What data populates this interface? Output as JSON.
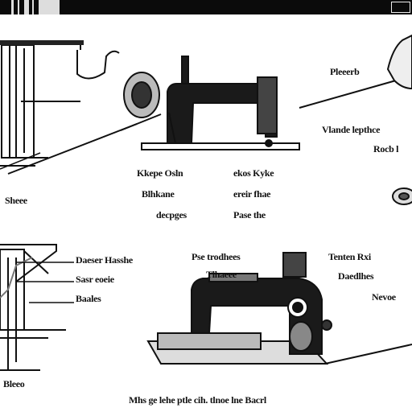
{
  "labels": {
    "top_right": "Pleeerb",
    "right_mid_1": "Vlande lepthce",
    "right_mid_2": "Rocb l",
    "center_left_1": "Kkepe Osln",
    "center_left_2": "Blhkane",
    "center_left_3": "decpges",
    "center_right_1": "ekos Kyke",
    "center_right_2": "ereir fhae",
    "center_right_3": "Pase the",
    "lower_left_1": "Daeser Hasshe",
    "lower_left_2": "Sasr eoeie",
    "lower_left_3": "Baales",
    "lower_center_1": "Pse trodhees",
    "lower_center_2": "Tlhaeee",
    "lower_right_1": "Tenten Rxi",
    "lower_right_2": "Daedlhes",
    "lower_right_3": "Nevoe",
    "left_mid": "Sheee",
    "bottom_left": "Bleeo",
    "bottom_caption": "Mhs ge lehe ptle cih. tlnoe lne Bacrl"
  },
  "colors": {
    "ink": "#111111",
    "paper": "#ffffff",
    "machine_body": "#1a1a1a",
    "shade": "#8a8a8a"
  }
}
